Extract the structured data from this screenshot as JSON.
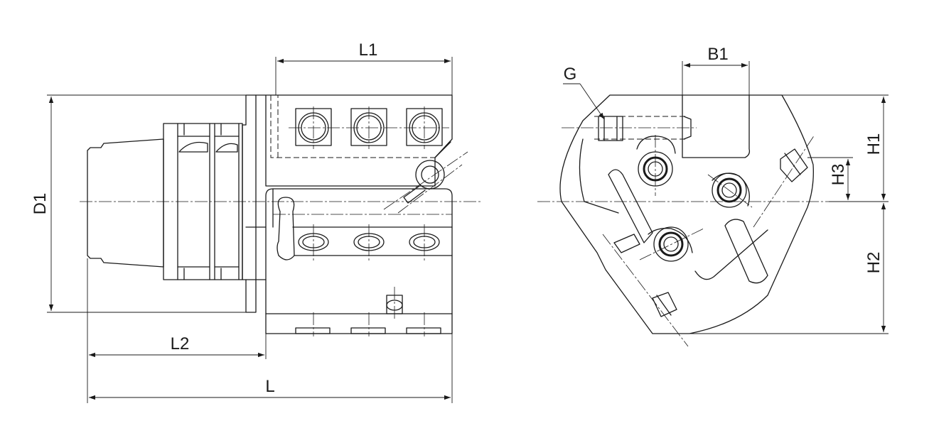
{
  "labels": {
    "L1": "L1",
    "L2": "L2",
    "L": "L",
    "D1": "D1",
    "G": "G",
    "B1": "B1",
    "H1": "H1",
    "H2": "H2",
    "H3": "H3"
  },
  "colors": {
    "line": "#1a1a1a",
    "background": "#ffffff"
  }
}
